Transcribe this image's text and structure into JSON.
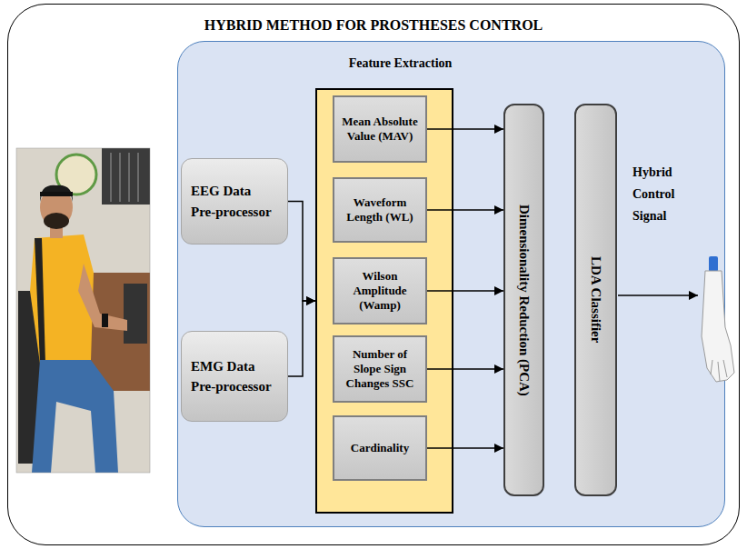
{
  "diagram": {
    "nodes": [
      {
        "text": [
          "HYBRID METHOD FOR PROSTHESES CONTROL"
        ]
      },
      {
        "text": [
          "Feature Extraction"
        ],
        "in": 0
      },
      {
        "text": [
          "EEG Data Pre-processor"
        ],
        "in": 1
      },
      {
        "text": [
          "EMG Data Pre-processor"
        ],
        "in": 1
      },
      {
        "text": [],
        "in": 1
      },
      {
        "text": [
          "Mean Absolute Value (MAV)"
        ],
        "in": 4
      },
      {
        "text": [
          "Waveform Length (WL)"
        ],
        "in": 4
      },
      {
        "text": [
          "Wilson Amplitude (Wamp)"
        ],
        "in": 4
      },
      {
        "text": [
          "Number of Slope Sign Changes SSC"
        ],
        "in": 4
      },
      {
        "text": [
          "Cardinality"
        ],
        "in": 4
      },
      {
        "text": [
          "Dimensionality Reduction (PCA)"
        ],
        "in": 1
      },
      {
        "text": [
          "LDA Classifier"
        ],
        "in": 1
      }
    ],
    "edges": [
      {
        "from": 2,
        "to": 4,
        "arrow": "to"
      },
      {
        "from": 3,
        "to": 4,
        "arrow": "to"
      },
      {
        "from": 5,
        "to": 10,
        "arrow": "to"
      },
      {
        "from": 6,
        "to": 10,
        "arrow": "to"
      },
      {
        "from": 7,
        "to": 10,
        "arrow": "to"
      },
      {
        "from": 8,
        "to": 10,
        "arrow": "to"
      },
      {
        "from": 9,
        "to": 10,
        "arrow": "to"
      }
    ],
    "labels": [
      "Hybrid Control Signal"
    ]
  }
}
